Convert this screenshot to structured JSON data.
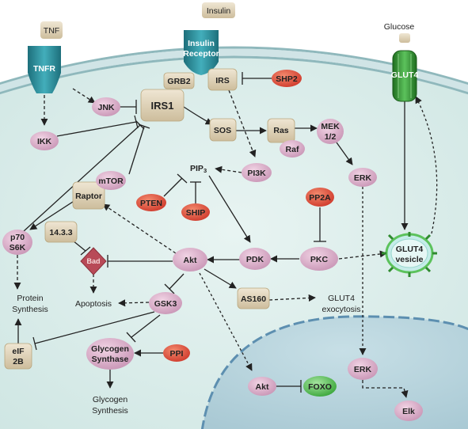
{
  "colors": {
    "cell_fill": "#d7ebe8",
    "membrane": "#9fc4c8",
    "nucleus_fill": "#b7d4dc",
    "pink_node": "#d7a7c4",
    "tan_box": "#dccfb7",
    "red_inhibitor": "#d9473a",
    "green_foxo": "#4bb34b",
    "receptor_teal": "#2c8e9b",
    "glut4_green": "#2f8a2f",
    "bad_red": "#b84a57"
  },
  "labels": {
    "insulin": "Insulin",
    "tnf": "TNF",
    "tnfr": "TNFR",
    "insulin_receptor_1": "Insulin",
    "insulin_receptor_2": "Receptor",
    "glucose": "Glucose",
    "glut4": "GLUT4",
    "grb2": "GRB2",
    "irs": "IRS",
    "shp2": "SHP2",
    "jnk": "JNK",
    "irs1": "IRS1",
    "ikk": "IKK",
    "sos": "SOS",
    "ras": "Ras",
    "raf": "Raf",
    "mek_1": "MEK",
    "mek_2": "1/2",
    "erk_top": "ERK",
    "pip3": "PIP",
    "pip3_sub": "3",
    "pi3k": "PI3K",
    "mtor": "mTOR",
    "raptor": "Raptor",
    "pten": "PTEN",
    "ship": "SHIP",
    "pp2a": "PP2A",
    "p70_1": "p70",
    "p70_2": "S6K",
    "f1433": "14.3.3",
    "bad": "Bad",
    "akt": "Akt",
    "pdk": "PDK",
    "pkc": "PKC",
    "glut4_vesicle_1": "GLUT4",
    "glut4_vesicle_2": "vesicle",
    "protein_1": "Protein",
    "protein_2": "Synthesis",
    "apoptosis": "Apoptosis",
    "gsk3": "GSK3",
    "as160": "AS160",
    "exocytosis_1": "GLUT4",
    "exocytosis_2": "exocytosis",
    "eif_1": "eIF",
    "eif_2": "2B",
    "gs_1": "Glycogen",
    "gs_2": "Synthase",
    "ppi": "PPI",
    "gsyn_1": "Glycogen",
    "gsyn_2": "Synthesis",
    "akt_nuc": "Akt",
    "foxo": "FOXO",
    "erk_nuc": "ERK",
    "elk": "Elk"
  }
}
